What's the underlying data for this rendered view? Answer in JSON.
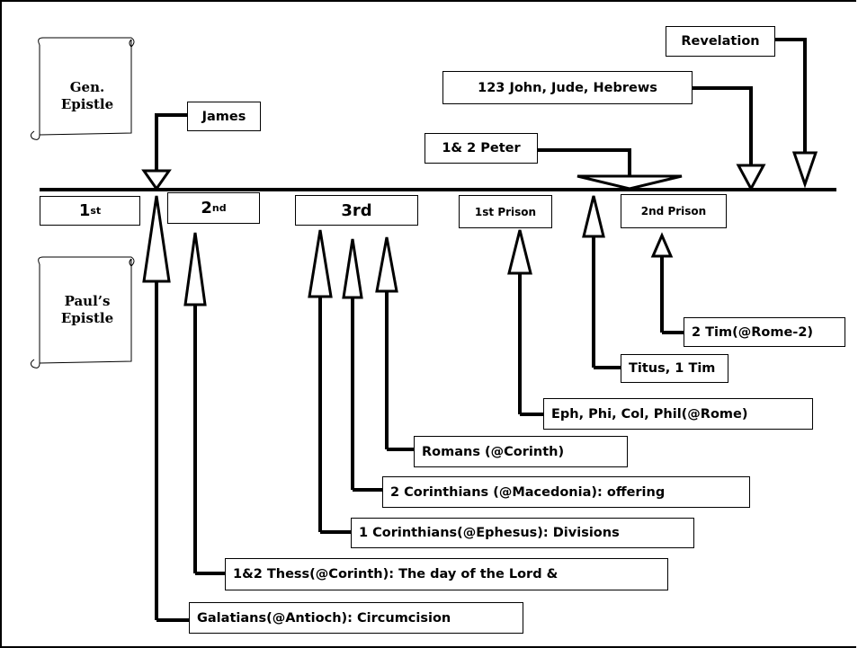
{
  "legend": {
    "general": {
      "line1": "Gen.",
      "line2": "Epistle"
    },
    "paul": {
      "line1": "Paul’s",
      "line2": "Epistle"
    }
  },
  "journeys": {
    "first": {
      "num": "1",
      "sup": "st"
    },
    "second": {
      "num": "2",
      "sup": "nd"
    },
    "third": "3rd",
    "prison1": "1st Prison",
    "prison2": "2nd Prison"
  },
  "general_epistles": {
    "james": "James",
    "peter": "1& 2 Peter",
    "john_jude_hebrews": "123 John, Jude, Hebrews",
    "revelation": "Revelation"
  },
  "paul_epistles": {
    "tim2": "2 Tim(@Rome-2)",
    "titus": "Titus, 1 Tim",
    "prison": "Eph, Phi, Col, Phil(@Rome)",
    "romans": "Romans (@Corinth)",
    "cor2": "2 Corinthians (@Macedonia): offering",
    "cor1": "1 Corinthians(@Ephesus): Divisions",
    "thess": "1&2 Thess(@Corinth): The day of the Lord &",
    "galatians": "Galatians(@Antioch): Circumcision"
  }
}
